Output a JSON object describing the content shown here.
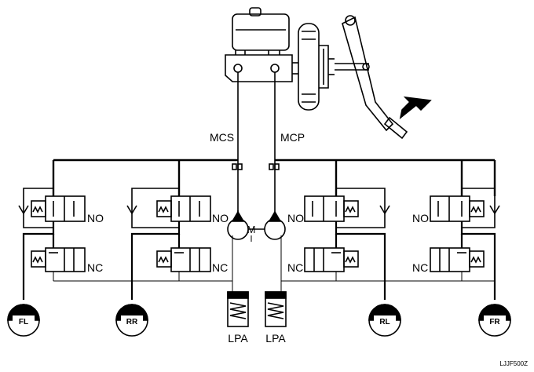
{
  "lines": {
    "secondary": "MCS",
    "primary": "MCP"
  },
  "motor": "M",
  "valve_states": {
    "normally_open": "NO",
    "normally_closed": "NC"
  },
  "accumulator": "LPA",
  "wheels": {
    "front_left": "FL",
    "rear_right": "RR",
    "rear_left": "RL",
    "front_right": "FR"
  },
  "figure_code": "LJJF500Z",
  "icons": [
    "brake-pedal-icon",
    "push-arrow-icon",
    "brake-booster-icon",
    "master-cylinder-icon",
    "check-valve-icon",
    "solenoid-valve-icon",
    "pump-icon",
    "motor-icon",
    "accumulator-icon",
    "wheel-cylinder-icon"
  ]
}
